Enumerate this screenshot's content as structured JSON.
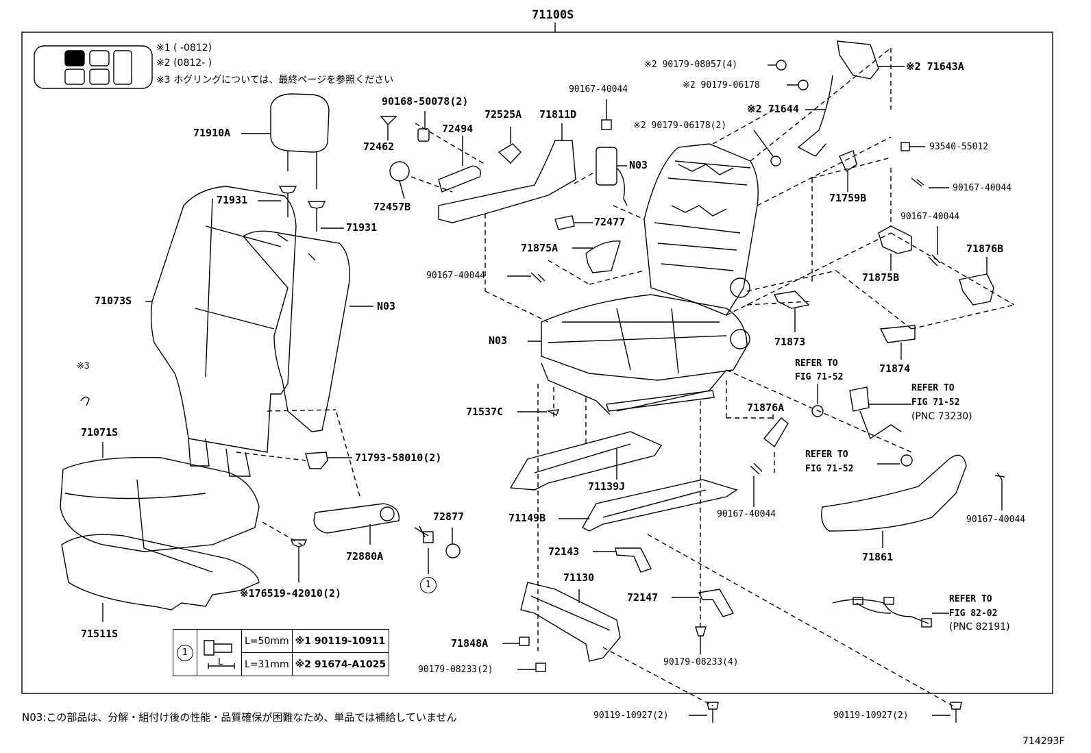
{
  "diagram": {
    "title": "71100S",
    "figure_code": "714293F",
    "notes": [
      "※1 (      -0812)",
      "※2 (0812-      )",
      "※3  ホグリングについては、最終ページを参照ください"
    ],
    "footnote": "N03:この部品は、分解・組付け後の性能・品質確保が困難なため、単品では補給していません",
    "circle_ref": "1",
    "bolt_table": {
      "rows": [
        {
          "length": "L=50mm",
          "part": "※1 90119-10911"
        },
        {
          "length": "L=31mm",
          "part": "※2 91674-A1025"
        }
      ],
      "dim_label": "L"
    },
    "parts": {
      "p71910A": "71910A",
      "p71931a": "71931",
      "p71931b": "71931",
      "p71073S": "71073S",
      "pN03a": "N03",
      "p3mark": "※3",
      "p71071S": "71071S",
      "p71511S": "71511S",
      "p176519": "※176519-42010(2)",
      "p71793": "71793-58010(2)",
      "p72880A": "72880A",
      "p72877": "72877",
      "p90168": "90168-50078(2)",
      "p72462": "72462",
      "p72494": "72494",
      "p72525A": "72525A",
      "p71811D": "71811D",
      "p72457B": "72457B",
      "p72477": "72477",
      "p71875A": "71875A",
      "p90167a": "90167-40044",
      "p90167b": "90167-40044",
      "pN03b": "N03",
      "pN03c": "N03",
      "p71537C": "71537C",
      "p71139J": "71139J",
      "p71149B": "71149B",
      "p72143": "72143",
      "p71130": "71130",
      "p72147": "72147",
      "p71848A": "71848A",
      "p90179_08233a": "90179-08233(2)",
      "p90179_08233b": "90179-08233(4)",
      "p90119a": "90119-10927(2)",
      "p90119b": "90119-10927(2)",
      "p90179_08057": "※2 90179-08057(4)",
      "p90179_06178a": "※2 90179-06178",
      "p90179_06178b": "※2 90179-06178(2)",
      "p71643A": "※2 71643A",
      "p71644": "※2 71644",
      "p93540": "93540-55012",
      "p71759B": "71759B",
      "p90167c": "90167-40044",
      "p90167d": "90167-40044",
      "p71875B": "71875B",
      "p71876B": "71876B",
      "p71873": "71873",
      "p71874": "71874",
      "p71876A": "71876A",
      "p90167e": "90167-40044",
      "p90167f": "90167-40044",
      "p71861": "71861"
    },
    "refers": {
      "r1a": "REFER TO",
      "r1b": "FIG 71-52",
      "r2a": "REFER TO",
      "r2b": "FIG 71-52",
      "r2c": "(PNC 73230)",
      "r3a": "REFER TO",
      "r3b": "FIG 71-52",
      "r4a": "REFER TO",
      "r4b": "FIG 82-02",
      "r4c": "(PNC 82191)"
    }
  }
}
